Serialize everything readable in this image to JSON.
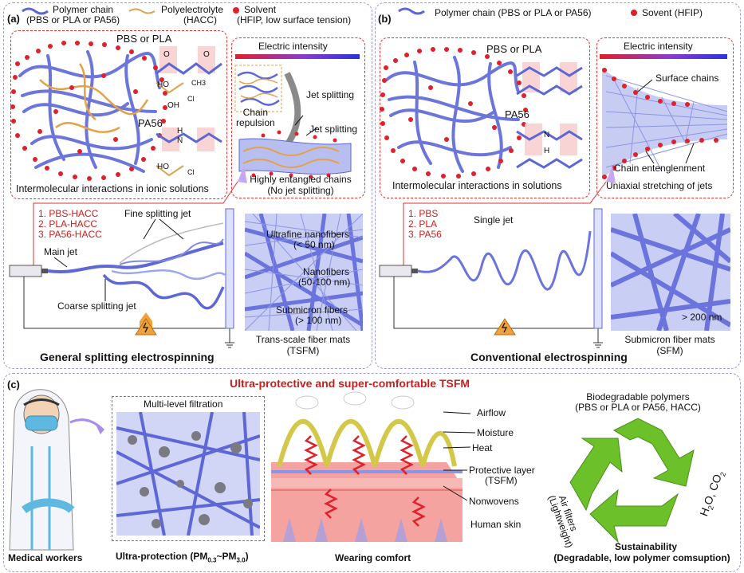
{
  "panel_a": {
    "tag": "(a)",
    "legend_polymer": "Polymer chain",
    "legend_polymer_sub": "(PBS or PLA or PA56)",
    "legend_polyelectrolyte": "Polyelectrolyte",
    "legend_polyelectrolyte_sub": "(HACC)",
    "legend_solvent": "Solvent",
    "legend_solvent_sub": "(HFIP, low surface tension)",
    "pbs_pla": "PBS or PLA",
    "pa56": "PA56",
    "intermolecular": "Intermolecular interactions in ionic solutions",
    "electric": "Electric intensity",
    "jet_splitting_1": "Jet splitting",
    "jet_splitting_2": "Jet splitting",
    "chain_repulsion": "Chain\nrepulsion",
    "highly_entangled": "Highly entangled chains",
    "no_jet": "(No jet splitting)",
    "list": [
      "1. PBS-HACC",
      "2. PLA-HACC",
      "3. PA56-HACC"
    ],
    "fine_jet": "Fine splitting jet",
    "main_jet": "Main jet",
    "coarse_jet": "Coarse splitting jet",
    "ultrafine": "Ultrafine nanofibers",
    "ultrafine_sub": "(< 50 nm)",
    "nanofibers": "Nanofibers",
    "nanofibers_sub": "(50-100 nm)",
    "submicron": "Submicron fibers",
    "submicron_sub": "(> 100 nm)",
    "mat_label": "Trans-scale fiber mats",
    "mat_abbr": "(TSFM)",
    "title": "General splitting electrospinning"
  },
  "panel_b": {
    "tag": "(b)",
    "legend_polymer": "Polymer chain (PBS or PLA or PA56)",
    "legend_solvent": "Sovent (HFIP)",
    "pbs_pla": "PBS or PLA",
    "pa56": "PA56",
    "intermolecular": "Intermolecular interactions in solutions",
    "electric": "Electric intensity",
    "surface_chains": "Surface chains",
    "chain_ent": "Chain entenglenment",
    "uniaxial": "Uniaxial stretching of jets",
    "list": [
      "1. PBS",
      "2. PLA",
      "3. PA56"
    ],
    "single_jet": "Single jet",
    "size": "> 200 nm",
    "mat_label": "Submicron fiber mats",
    "mat_abbr": "(SFM)",
    "title": "Conventional electrospinning"
  },
  "panel_c": {
    "tag": "(c)",
    "headline": "Ultra-protective and super-comfortable TSFM",
    "medical": "Medical workers",
    "multilevel": "Multi-level filtration",
    "ultra_protection": "Ultra-protection (PM",
    "pm_sub1": "0.3",
    "pm_mid": "~PM",
    "pm_sub2": "3.0",
    "pm_end": ")",
    "airflow": "Airflow",
    "moisture": "Moisture",
    "heat": "Heat",
    "protective": "Protective layer",
    "protective_sub": "(TSFM)",
    "nonwovens": "Nonwovens",
    "skin": "Human skin",
    "wearing": "Wearing comfort",
    "bio_title": "Biodegradable polymers",
    "bio_sub": "(PBS or PLA or PA56, HACC)",
    "air_filters": "Air filters",
    "lightweight": "(Lightweight)",
    "h2o": "H",
    "h2o_sub": "2",
    "h2o_rest": "O, CO",
    "co2_sub": "2",
    "sustain": "Sustainability",
    "sustain_sub": "(Degradable, low polymer comsuption)"
  },
  "chem": {
    "o": "O",
    "h": "H",
    "n": "N",
    "ho": "HO",
    "oh": "OH",
    "ch3": "CH3",
    "cl": "Cl"
  },
  "colors": {
    "panel_border": "#9b9bd6",
    "red": "#c81e1e",
    "polymer": "#5d67d6",
    "recycle": "#6cc02a"
  }
}
